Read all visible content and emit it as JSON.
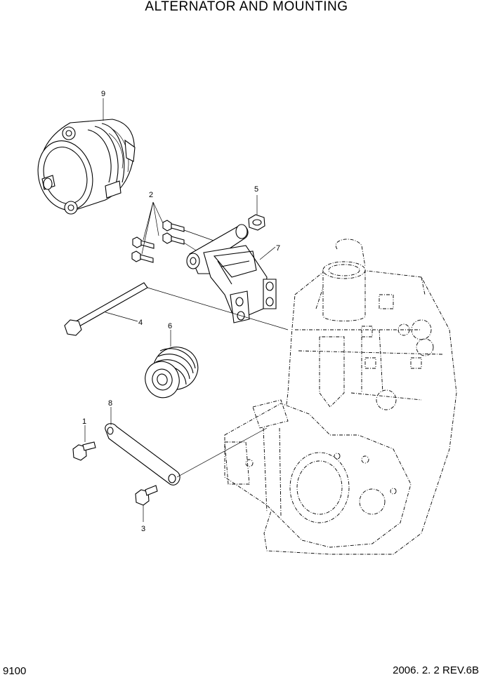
{
  "header": {
    "title": "ALTERNATOR AND MOUNTING"
  },
  "footer": {
    "page_code": "9100",
    "date_rev": "2006. 2. 2  REV.6B"
  },
  "callouts": [
    {
      "id": "callout-9",
      "label": "9"
    },
    {
      "id": "callout-2",
      "label": "2"
    },
    {
      "id": "callout-5",
      "label": "5"
    },
    {
      "id": "callout-7",
      "label": "7"
    },
    {
      "id": "callout-4",
      "label": "4"
    },
    {
      "id": "callout-6",
      "label": "6"
    },
    {
      "id": "callout-8",
      "label": "8"
    },
    {
      "id": "callout-1",
      "label": "1"
    },
    {
      "id": "callout-3",
      "label": "3"
    }
  ]
}
